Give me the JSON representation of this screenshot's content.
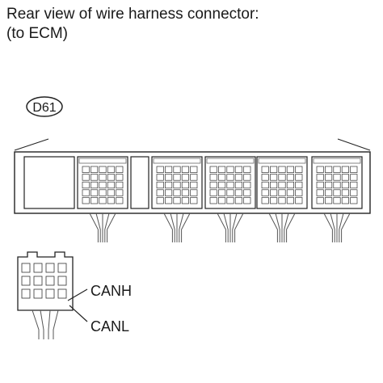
{
  "title": {
    "line1": "Rear view of wire harness connector:",
    "line2": "(to ECM)"
  },
  "connector_main": {
    "id": "D61"
  },
  "connector_small": {
    "pins": [
      {
        "label": "CANH"
      },
      {
        "label": "CANL"
      }
    ]
  }
}
